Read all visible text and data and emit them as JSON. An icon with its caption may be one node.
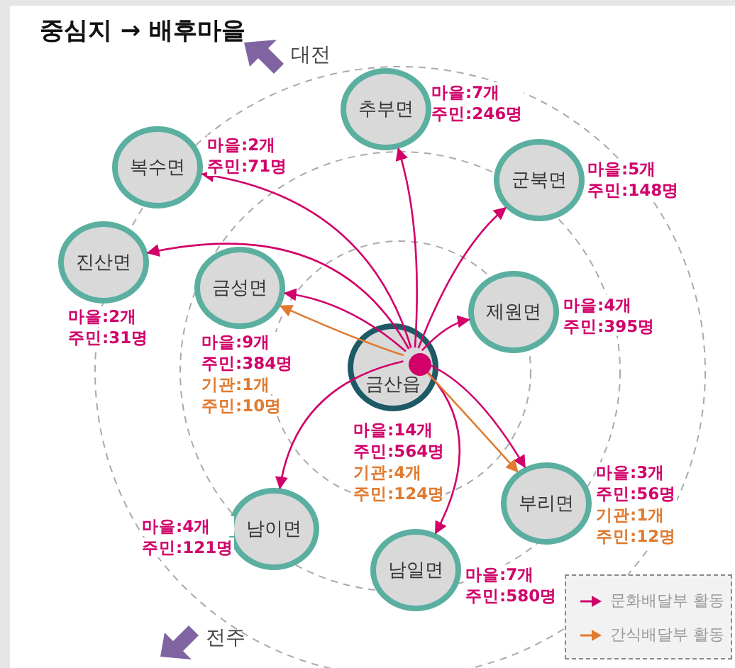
{
  "diagram": {
    "title": "중심지 → 배후마을",
    "nodes": [
      {
        "text": [
          "추부면"
        ],
        "beside": [
          "마을:7개",
          "주민:246명"
        ]
      },
      {
        "text": [
          "복수면"
        ],
        "beside": [
          "마을:2개",
          "주민:71명"
        ]
      },
      {
        "text": [
          "군북면"
        ],
        "beside": [
          "마을:5개",
          "주민:148명"
        ]
      },
      {
        "text": [
          "진산면"
        ],
        "beside": [
          "마을:2개",
          "주민:31명"
        ]
      },
      {
        "text": [
          "금성면"
        ],
        "beside": [
          "마을:9개",
          "주민:384명",
          "기관:1개",
          "주민:10명"
        ]
      },
      {
        "text": [
          "제원면"
        ],
        "beside": [
          "마을:4개",
          "주민:395명"
        ]
      },
      {
        "text": [
          "금산읍"
        ],
        "beside": [
          "마을:14개",
          "주민:564명",
          "기관:4개",
          "주민:124명"
        ]
      },
      {
        "text": [],
        "shape": "circle",
        "in": 6
      },
      {
        "text": [
          "부리면"
        ],
        "beside": [
          "마을:3개",
          "주민:56명",
          "기관:1개",
          "주민:12명"
        ]
      },
      {
        "text": [
          "남이면"
        ],
        "beside": [
          "마을:4개",
          "주민:121명"
        ]
      },
      {
        "text": [
          "남일면"
        ],
        "beside": [
          "마을:7개",
          "주민:580명"
        ]
      }
    ],
    "edges": [
      {
        "from": 7,
        "to": 0,
        "arrow": "to"
      },
      {
        "from": 7,
        "to": 2,
        "arrow": "to"
      },
      {
        "from": 7,
        "to": 1,
        "arrow": "to"
      },
      {
        "from": 7,
        "to": 3,
        "arrow": "to"
      },
      {
        "from": 7,
        "to": 4,
        "arrow": "to"
      },
      {
        "from": 7,
        "to": 4,
        "arrow": "to",
        "color": "#e07b30"
      },
      {
        "from": 7,
        "to": 5,
        "arrow": "to"
      },
      {
        "from": 7,
        "to": 9,
        "arrow": "to"
      },
      {
        "from": 7,
        "to": 10,
        "arrow": "to"
      },
      {
        "from": 7,
        "to": 8,
        "arrow": "to"
      },
      {
        "from": 7,
        "to": 8,
        "arrow": "to",
        "color": "#e07b30"
      }
    ],
    "labels": [
      "대전",
      "전주"
    ],
    "legend": [
      {
        "text": "문화배달부 활동"
      },
      {
        "text": "간식배달부 활동"
      }
    ]
  }
}
